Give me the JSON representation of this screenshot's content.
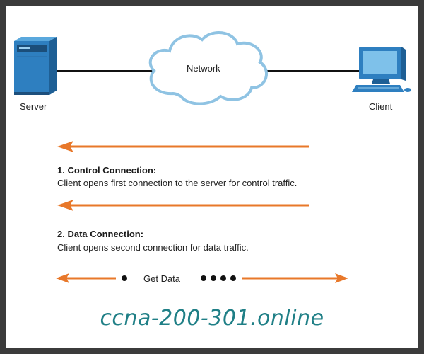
{
  "nodes": {
    "server_label": "Server",
    "network_label": "Network",
    "client_label": "Client"
  },
  "steps": [
    {
      "title": "1. Control Connection:",
      "description": "Client opens first connection to the server for control traffic."
    },
    {
      "title": "2. Data Connection:",
      "description": "Client opens second connection for data traffic."
    }
  ],
  "transfer": {
    "label": "Get Data"
  },
  "watermark": "ccna-200-301.online",
  "colors": {
    "arrow": "#e8782a",
    "server": "#2e7fc0",
    "cloud_stroke": "#8fc3e3",
    "link": "#111111",
    "watermark": "#1f7f86"
  }
}
